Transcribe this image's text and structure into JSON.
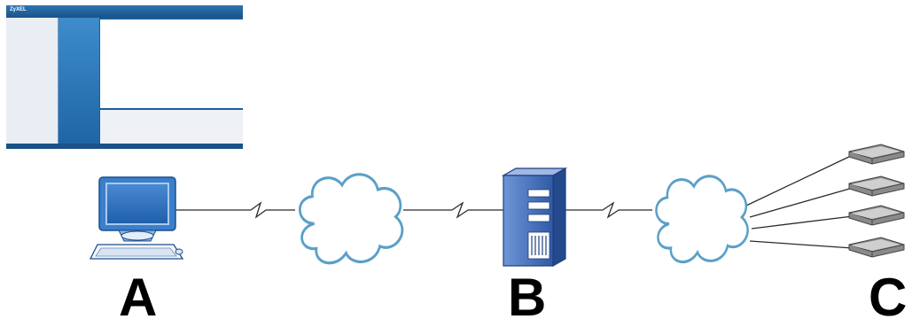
{
  "labels": {
    "a": "A",
    "b": "B",
    "c": "C"
  },
  "thumbnail": {
    "logo": "ZyXEL"
  },
  "colors": {
    "line": "#2b2b2b",
    "cloud_fill": "#ffffff",
    "cloud_stroke": "#5aa0c8",
    "monitor_blue": "#2e74c0",
    "server_blue": "#3f6fb8",
    "device_gray": "#6a6a6a"
  },
  "icons": {
    "computer": "computer-icon",
    "cloud": "cloud-icon",
    "server": "server-icon",
    "device": "network-device-icon"
  }
}
